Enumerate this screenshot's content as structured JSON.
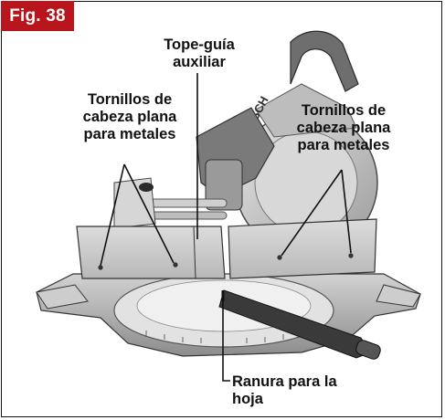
{
  "figure": {
    "label": "Fig. 38",
    "accent_color": "#b8161c"
  },
  "callouts": {
    "top": [
      "Tope-guía",
      "auxiliar"
    ],
    "left": [
      "Tornillos de",
      "cabeza plana",
      "para metales"
    ],
    "right": [
      "Tornillos de",
      "cabeza plana",
      "para metales"
    ],
    "bottom": [
      "Ranura para la",
      "hoja"
    ]
  },
  "brand_mark": "BOSCH"
}
